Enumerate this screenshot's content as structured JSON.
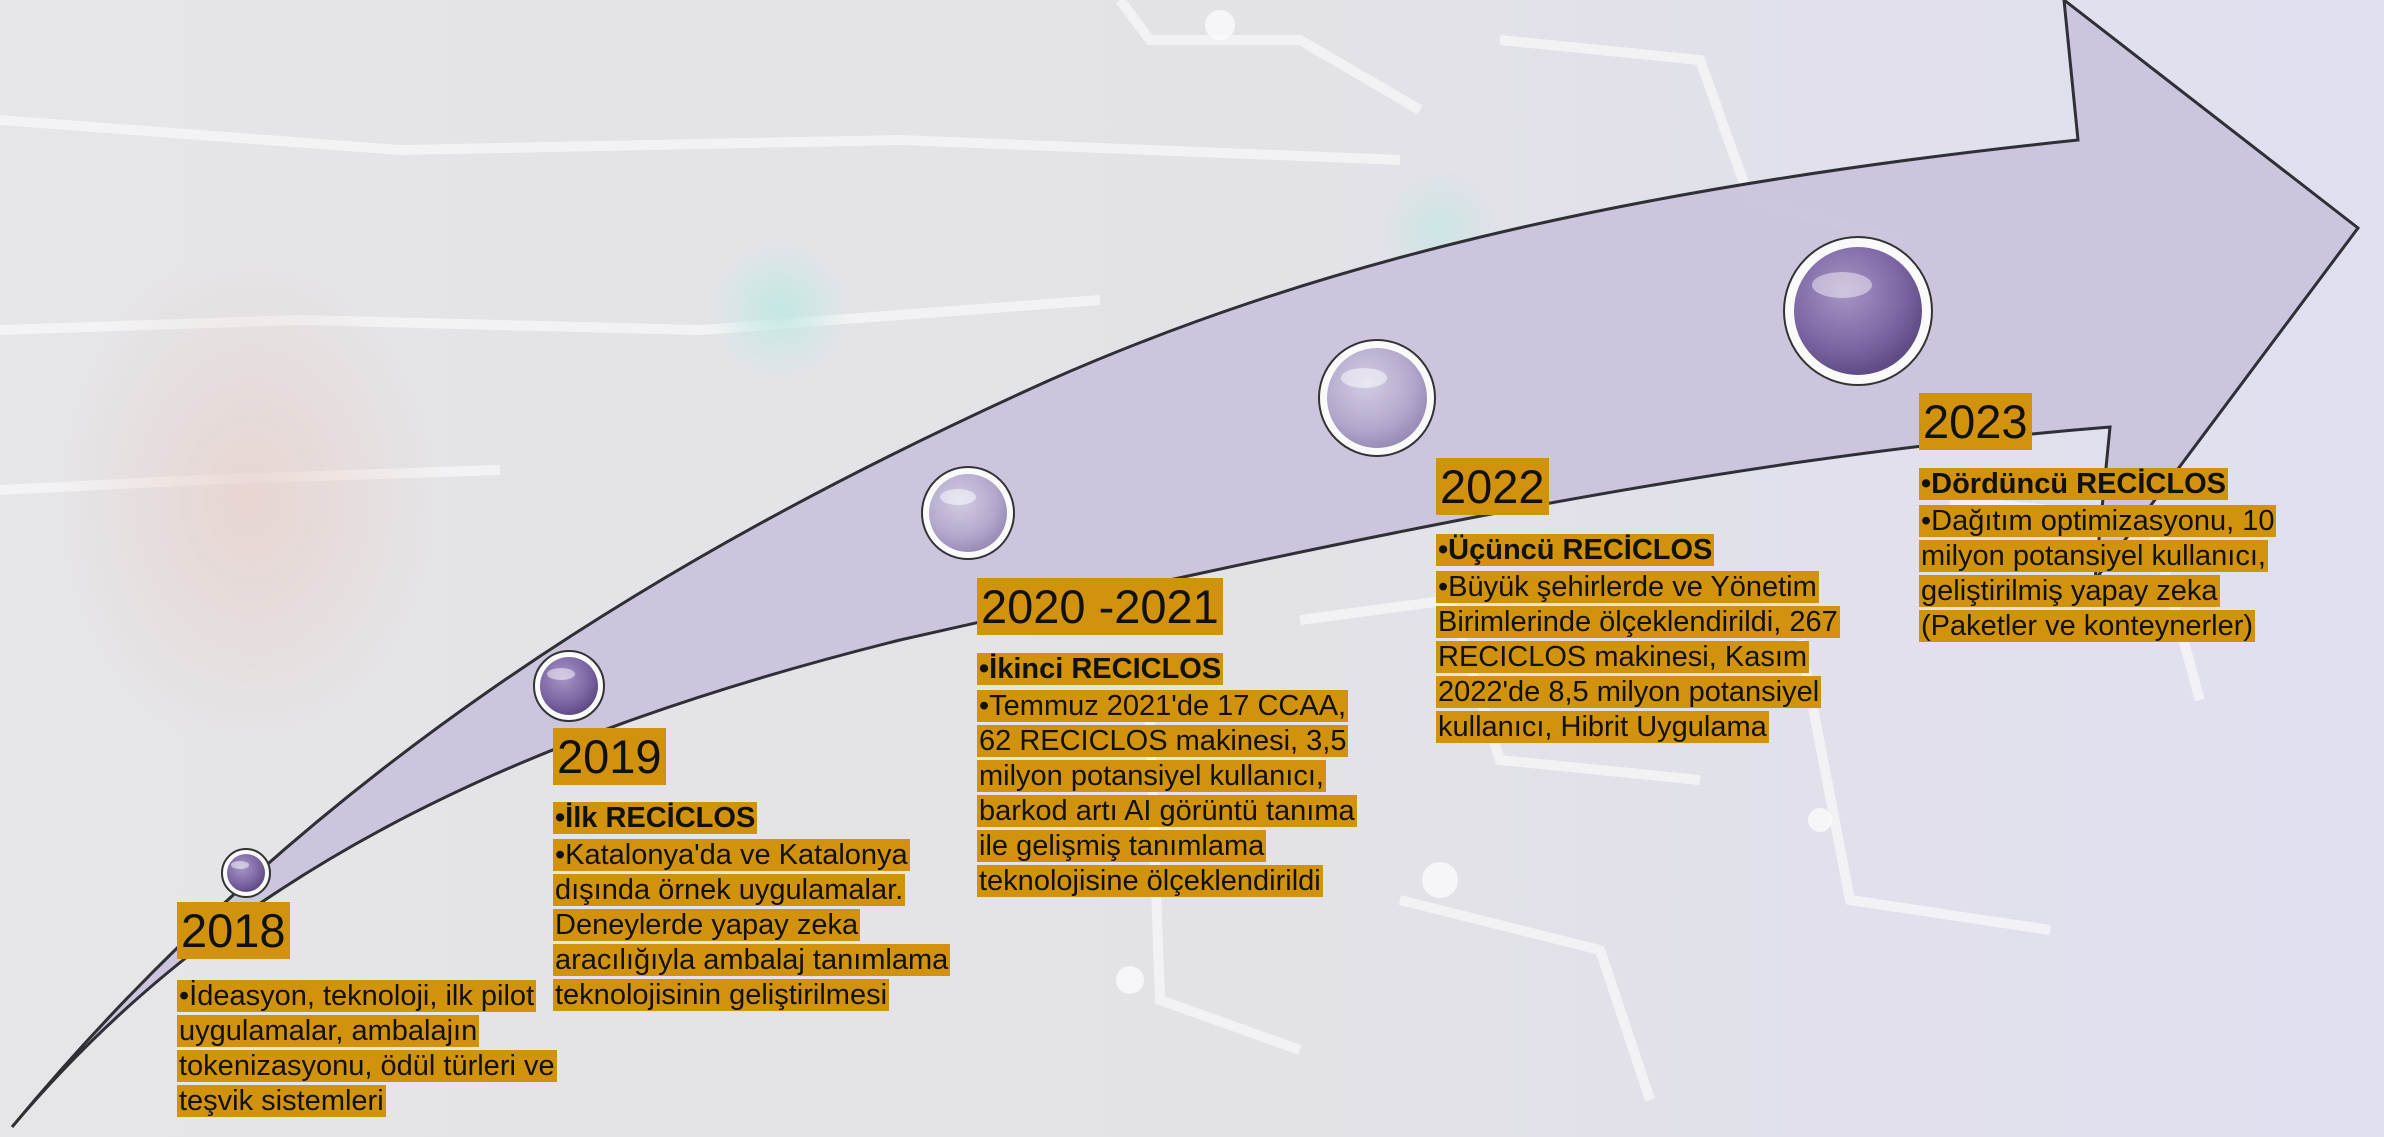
{
  "colors": {
    "arrow_fill": "#cac3dc",
    "arrow_stroke": "#2f2f36",
    "label_highlight": "#d1920d",
    "circle_dark": "#7f6aa6",
    "circle_light": "#b8aed0"
  },
  "milestones": [
    {
      "year": "2018",
      "heading": "",
      "text": "•İdeasyon, teknoloji, ilk pilot uygulamalar, ambalajın tokenizasyonu, ödül türleri ve teşvik sistemleri"
    },
    {
      "year": "2019",
      "heading": "•İlk RECİCLOS",
      "text": "•Katalonya'da ve Katalonya dışında örnek uygulamalar. Deneylerde yapay zeka aracılığıyla ambalaj tanımlama teknolojisinin geliştirilmesi"
    },
    {
      "year": "2020 -2021",
      "heading": "•İkinci RECICLOS",
      "text": "•Temmuz 2021'de 17 CCAA, 62 RECICLOS makinesi, 3,5 milyon potansiyel kullanıcı, barkod artı AI görüntü tanıma ile gelişmiş tanımlama teknolojisine ölçeklendirildi"
    },
    {
      "year": "2022",
      "heading": "•Üçüncü RECİCLOS",
      "text": "•Büyük şehirlerde ve Yönetim Birimlerinde ölçeklendirildi, 267 RECICLOS makinesi, Kasım 2022'de 8,5 milyon potansiyel kullanıcı, Hibrit Uygulama"
    },
    {
      "year": "2023",
      "heading": "•Dördüncü RECİCLOS",
      "text": "•Dağıtım optimizasyonu, 10 milyon potansiyel kullanıcı, geliştirilmiş yapay zeka (Paketler ve konteynerler)"
    }
  ]
}
